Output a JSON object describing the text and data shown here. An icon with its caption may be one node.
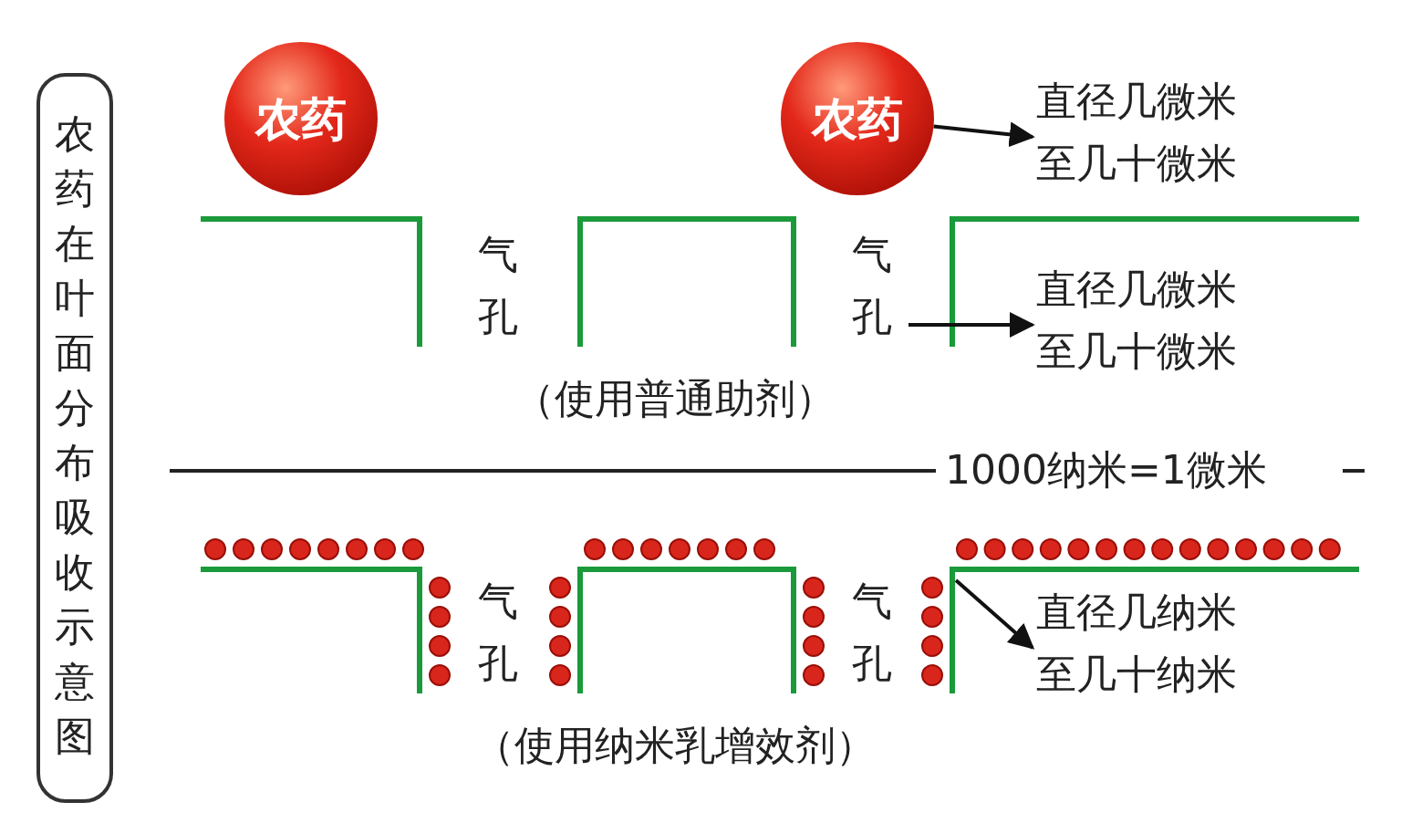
{
  "diagram": {
    "nodes": [
      {
        "text": [
          "农药在叶面分布吸收示意图"
        ]
      },
      {
        "text": [
          "农药"
        ]
      },
      {
        "text": [
          "农药"
        ]
      },
      {
        "text": [
          "直径几微米至几十微米"
        ]
      },
      {
        "text": [
          "直径几微米至几十微米"
        ]
      },
      {
        "text": [
          "直径几纳米至几十纳米"
        ]
      }
    ],
    "edges": [
      {
        "from": 2,
        "to": 3,
        "arrow": "to"
      },
      {
        "from": null,
        "to": 4,
        "arrow": "to"
      },
      {
        "from": null,
        "to": 5,
        "arrow": "to"
      }
    ],
    "labels": [
      "气孔",
      "气孔",
      "（使用普通助剂）",
      "1000纳米=1微米",
      "气孔",
      "气孔",
      "（使用纳米乳增效剂）"
    ]
  }
}
